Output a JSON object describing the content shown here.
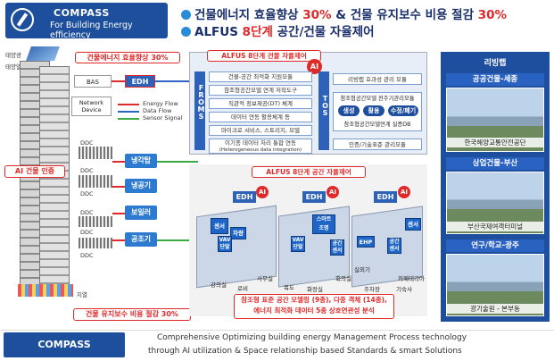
{
  "header": {
    "logo_title": "COMPASS",
    "logo_subtitle": "For Building Energy efficiency",
    "line1_a": "건물에너지 효율향상 ",
    "line1_b": "30%",
    "line1_c": " & 건물 유지보수 비용 절감 ",
    "line1_d": "30%",
    "line2_a": "ALFUS ",
    "line2_b": "8단계",
    "line2_c": " 공간/건물 자율제어"
  },
  "building": {
    "roof": "태양광",
    "roof2": "태양열",
    "bas": "BAS",
    "network": "Network Device",
    "ddc": "DDC",
    "basement": "지열",
    "cap_top": "건물에너지 효율향상 30%",
    "cap_ai": "AI 건물 인증",
    "cap_bottom": "건물 유지보수 비용 절감 30%",
    "edh": "EDH",
    "legend": [
      "Energy Flow",
      "Data Flow",
      "Sensor Signal"
    ],
    "equipment": [
      "냉각탑",
      "냉공기",
      "보일러",
      "공조기"
    ]
  },
  "alfus": {
    "title": "ALFUS 8단계 건물 자율제어",
    "ai": "AI",
    "froms": "FROMS",
    "tos": "TOS",
    "froms_items": [
      "건물-공간 최적화 지원모듈",
      "참조형공간모델 연계 저작도구",
      "직관적 정보제공(DT) 체계",
      "데이터 연동 활용체계 등",
      "마이크로 서비스, 스토리지, 모델",
      "이기종 데이터 처리 통합 연동"
    ],
    "froms_sub": "(Heterogeneous data integration)",
    "tos_items": [
      "리빙랩 효과성 관리 모듈",
      "참조형공간모델 전주기관리모듈",
      "참조형공간모델연계 실증DB",
      "인증/기술표준 관리모듈"
    ],
    "cycle": [
      "생성",
      "활용",
      "수정/폐기"
    ]
  },
  "space": {
    "title": "ALFUS 8단계 공간 자율제어",
    "edh": "EDH",
    "ai": "AI",
    "devices": [
      "센서",
      "차량",
      "VAV 단말",
      "VAV 단말",
      "스마트 조명",
      "공간 센서",
      "EHP",
      "공간 센서",
      "실외기",
      "센서"
    ],
    "rooms": [
      "강의실",
      "로비",
      "사무실",
      "복도",
      "화장실",
      "회의실",
      "주차장",
      "기숙사",
      "카페테리아"
    ],
    "caption_line1": "참조형 표준 공간 모델링 (9종), 다중 객체 (14종),",
    "caption_line2": "에너지 최적화 데이터 5종 상호연관성 분석"
  },
  "livinglab": {
    "title": "리빙랩",
    "sections": [
      {
        "head": "공공건물-세종",
        "sub": "한국해양교통안전공단"
      },
      {
        "head": "상업건물-부산",
        "sub": "부산국제여객터미널"
      },
      {
        "head": "연구/학교-광주",
        "sub": "광기술원 - 본부동"
      }
    ]
  },
  "footer": {
    "label": "COMPASS",
    "line1": "Comprehensive Optimizing building energy Management Process technology",
    "line2": "through AI utilization & Space relationship based Standards & smart Solutions"
  },
  "colors": {
    "brand": "#1d4f9c",
    "accent_red": "#e02a2a",
    "energy": "#e02a2a",
    "data": "#2f62c7",
    "sensor": "#3aa843"
  }
}
